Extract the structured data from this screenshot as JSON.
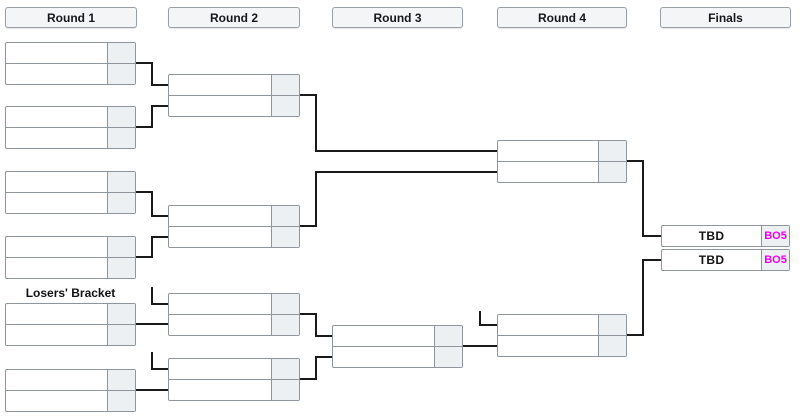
{
  "columns": [
    {
      "label": "Round 1"
    },
    {
      "label": "Round 2"
    },
    {
      "label": "Round 3"
    },
    {
      "label": "Round 4"
    },
    {
      "label": "Finals"
    }
  ],
  "losers_bracket_label": "Losers' Bracket",
  "finals": {
    "slots": [
      {
        "team": "TBD",
        "format": "BO5"
      },
      {
        "team": "TBD",
        "format": "BO5"
      }
    ]
  },
  "bracket": {
    "upper": {
      "round1_matches": 4,
      "round2_matches": 2,
      "round4_matches": 1
    },
    "losers": {
      "round1_matches": 2,
      "round2_matches": 2,
      "round3_matches": 1,
      "round4_matches": 1
    },
    "finals_slots": 2
  },
  "colors": {
    "connector": "#1a1a1a",
    "box_border": "#8e959c",
    "score_cell_bg": "#edf0f3",
    "header_bg": "#f3f5f7",
    "format_text": "#ee00ee",
    "text": "#111111"
  }
}
